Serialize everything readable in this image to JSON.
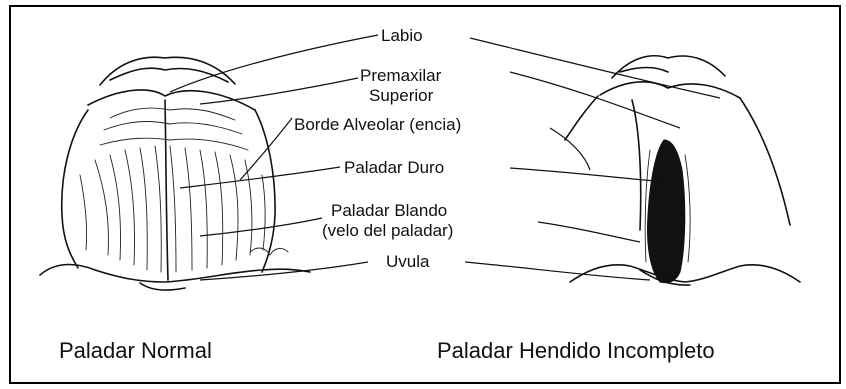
{
  "labels": {
    "labio": "Labio",
    "premaxilar": "Premaxilar",
    "superior": "Superior",
    "borde_alveolar": "Borde Alveolar (encia)",
    "paladar_duro": "Paladar Duro",
    "paladar_blando": "Paladar Blando",
    "velo_del_paladar": "(velo del paladar)",
    "uvula": "Uvula"
  },
  "captions": {
    "normal": "Paladar Normal",
    "hendido": "Paladar Hendido Incompleto"
  }
}
